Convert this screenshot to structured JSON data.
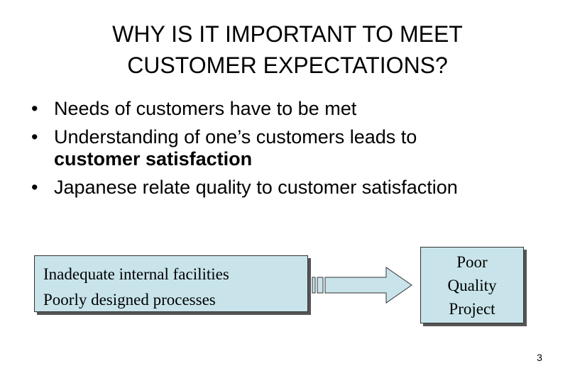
{
  "slide": {
    "title_lines": [
      "WHY IS IT IMPORTANT TO MEET",
      "CUSTOMER EXPECTATIONS?"
    ],
    "bullet_symbol": "•",
    "bullets": [
      {
        "line1": "Needs of customers have to be met"
      },
      {
        "line1": "Understanding of one’s customers leads to",
        "line2_bold": "customer satisfaction"
      },
      {
        "line1": "Japanese relate quality to customer satisfaction"
      }
    ],
    "diagram": {
      "cause_lines": [
        "Inadequate internal facilities",
        "Poorly designed processes"
      ],
      "effect_lines": [
        "Poor",
        "Quality",
        "Project"
      ],
      "box_fill": "#c8e4ea"
    },
    "page_number": "3"
  }
}
